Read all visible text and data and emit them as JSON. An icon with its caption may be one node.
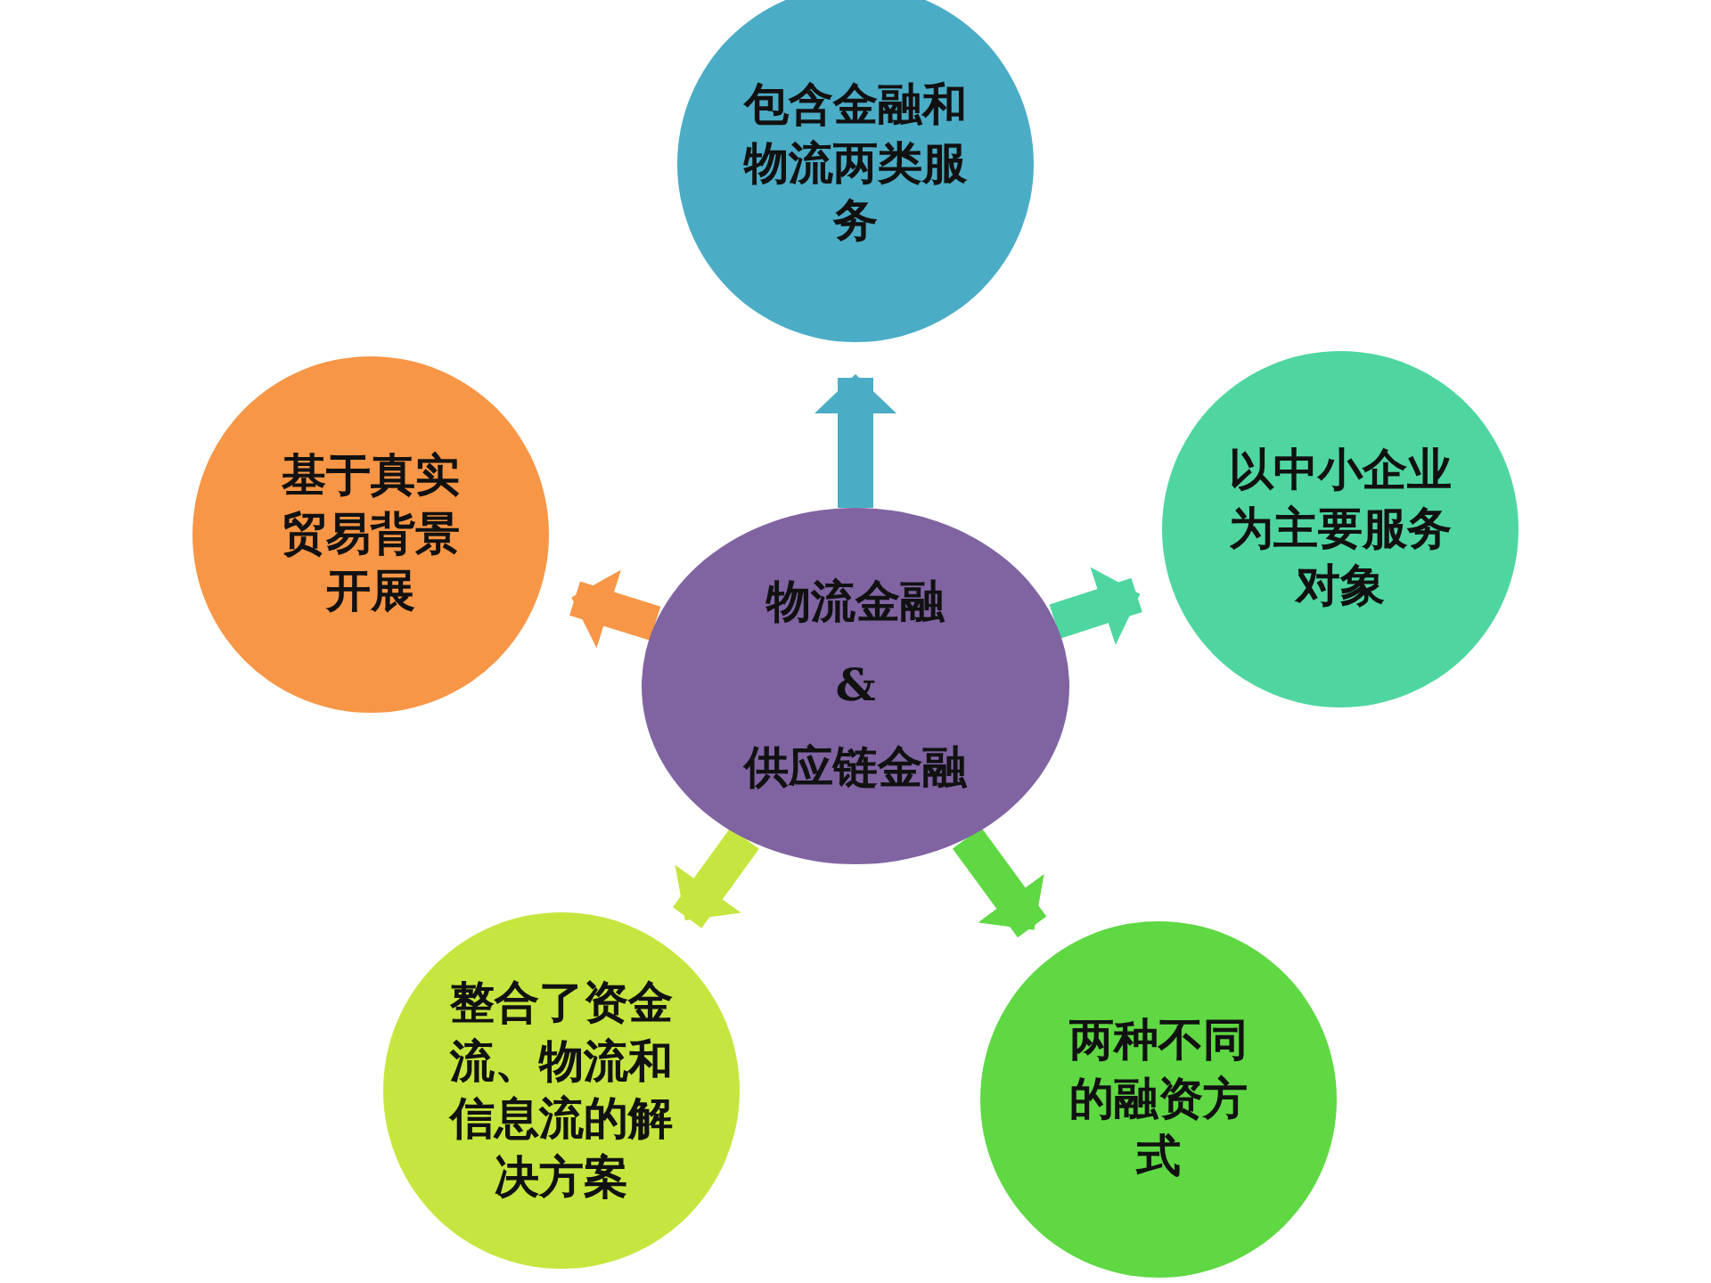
{
  "diagram": {
    "nodes": [
      {
        "text": [
          "物流金融",
          "&",
          "供应链金融"
        ]
      },
      {
        "text": [
          "包含金融和物流两类服务"
        ]
      },
      {
        "text": [
          "以中小企业为主要服务对象"
        ]
      },
      {
        "text": [
          "两种不同的融资方式"
        ]
      },
      {
        "text": [
          "整合了资金流、物流和信息流的解决方案"
        ]
      },
      {
        "text": [
          "基于真实贸易背景开展"
        ]
      }
    ],
    "edges": [
      {
        "from": 0,
        "to": 1,
        "arrow": "to",
        "color": "#4bacc6"
      },
      {
        "from": 0,
        "to": 2,
        "arrow": "to",
        "color": "#4fd6a0"
      },
      {
        "from": 0,
        "to": 3,
        "arrow": "to",
        "color": "#5fd843"
      },
      {
        "from": 0,
        "to": 4,
        "arrow": "to",
        "color": "#c5e63f"
      },
      {
        "from": 0,
        "to": 5,
        "arrow": "to",
        "color": "#f79646"
      }
    ]
  }
}
